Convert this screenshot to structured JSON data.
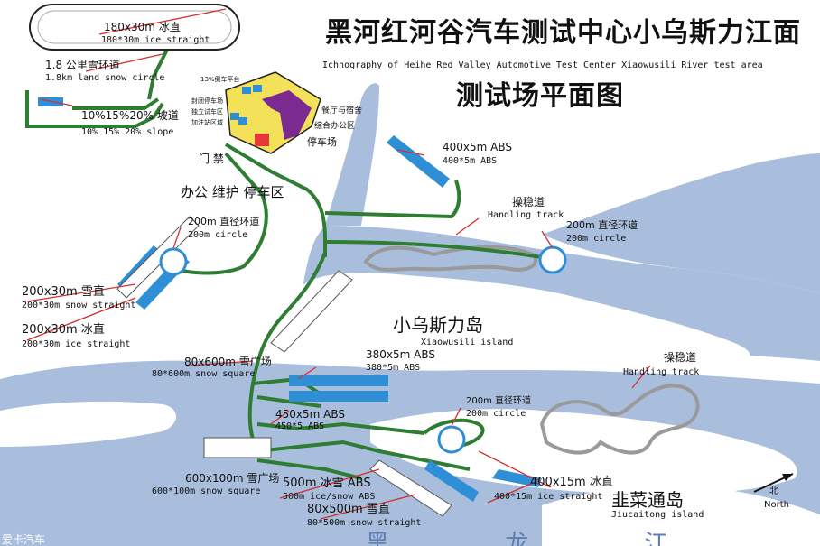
{
  "title_cn_line1": "黑河红河谷汽车测试中心小乌斯力江面",
  "title_en": "Ichnography of Heihe Red Valley Automotive Test Center Xiaowusili River test area",
  "title_cn_line2": "测试场平面图",
  "labels": {
    "ice180_cn": "180x30m 冰直",
    "ice180_en": "180*30m ice straight",
    "ring18_cn": "1.8 公里雪环道",
    "ring18_en": "1.8km land snow circle",
    "slope_cn": "10%15%20% 坡道",
    "slope_en": "10% 15% 20% slope",
    "office_cn": "办公 维护 停车区",
    "gate_cn": "门 禁",
    "small_slope13": "13%倒车平台",
    "small_closed_garage": "封闭停车场",
    "small_indep_garage": "独立试车区",
    "small_fuel": "加注站区域",
    "restaurant": "餐厅与宿舍",
    "office_area": "综合办公区",
    "parking": "停车场",
    "abs400_cn": "400x5m ABS",
    "abs400_en": "400*5m ABS",
    "handling1_cn": "操稳道",
    "handling1_en": "Handling track",
    "circ1_cn": "200m 直径环道",
    "circ1_en": "200m circle",
    "circ2_cn": "200m 直径环道",
    "circ2_en": "200m circle",
    "snow200_cn": "200x30m 雪直",
    "snow200_en": "200*30m snow straight",
    "ice200_cn": "200x30m 冰直",
    "ice200_en": "200*30m ice straight",
    "island_cn": "小乌斯力岛",
    "island_en": "Xiaowusili island",
    "abs380_cn": "380x5m ABS",
    "abs380_en": "380*5m ABS",
    "sq80_cn": "80x600m 雪广场",
    "sq80_en": "80*600m snow square",
    "handling2_cn": "操稳道",
    "handling2_en": "Handling track",
    "abs450_cn": "450x5m ABS",
    "abs450_en": "450*5 ABS",
    "circ3_cn": "200m 直径环道",
    "circ3_en": "200m circle",
    "sq600_cn": "600x100m 雪广场",
    "sq600_en": "600*100m snow square",
    "ice500_cn": "500m 冰雪 ABS",
    "ice500_en": "500m ice/snow ABS",
    "snow80_cn": "80x500m 雪直",
    "snow80_en": "80*500m snow straight",
    "ice400_cn": "400x15m 冰直",
    "ice400_en": "400*15m ice straight",
    "island2_cn": "韭菜通岛",
    "island2_en": "Jiucaitong island",
    "north_cn": "北",
    "north_en": "North",
    "river_cn": "黑 龙 江",
    "watermark": "爱卡汽车"
  },
  "colors": {
    "water": "#a9bedc",
    "road": "#2e7d32",
    "track_blue": "#2f8fd6",
    "red_line": "#d32f2f",
    "handling": "#9a9a9a",
    "title": "#111111"
  },
  "icons": [
    "north-arrow-icon",
    "circle-track-icon",
    "vehicle-icon"
  ]
}
